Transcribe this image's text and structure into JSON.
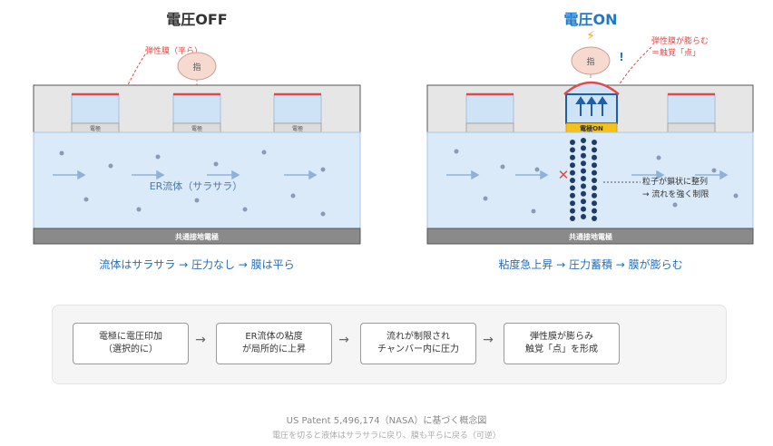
{
  "off_panel": {
    "title": "電圧OFF",
    "annotation": "弾性膜（平ら）",
    "finger": "指",
    "electrode_labels": [
      "電極",
      "電極",
      "電極"
    ],
    "fluid_label": "ER流体（サラサラ）",
    "ground_label": "共通接地電極",
    "caption": "流体はサラサラ → 圧力なし → 膜は平ら"
  },
  "on_panel": {
    "title": "電圧ON",
    "bolt": "⚡",
    "annotation_line1": "弾性膜が膨らむ",
    "annotation_line2": "＝触覚「点」",
    "exclaim": "!",
    "finger": "指",
    "electrode_labels": [
      "電極ON"
    ],
    "block_mark": "✕",
    "chain_note_line1": "粒子が鎖状に整列",
    "chain_note_line2": "→ 流れを強く制限",
    "ground_label": "共通接地電極",
    "caption": "粘度急上昇 → 圧力蓄積 → 膜が膨らむ"
  },
  "flow": {
    "steps": [
      "電極に電圧印加\n（選択的に）",
      "ER流体の粘度\nが局所的に上昇",
      "流れが制限され\nチャンバー内に圧力",
      "弾性膜が膨らみ\n触覚「点」を形成"
    ],
    "arrow": "→"
  },
  "footer": {
    "source": "US Patent 5,496,174（NASA）に基づく概念図",
    "note": "電圧を切ると液体はサラサラに戻り、膜も平らに戻る（可逆）"
  },
  "colors": {
    "membrane_red": "#e04a4a",
    "accent_blue": "#1f78c8",
    "electrode_on": "#f4c21b",
    "fluid": "#dbeaf8",
    "particle": "#1d3b6b"
  }
}
